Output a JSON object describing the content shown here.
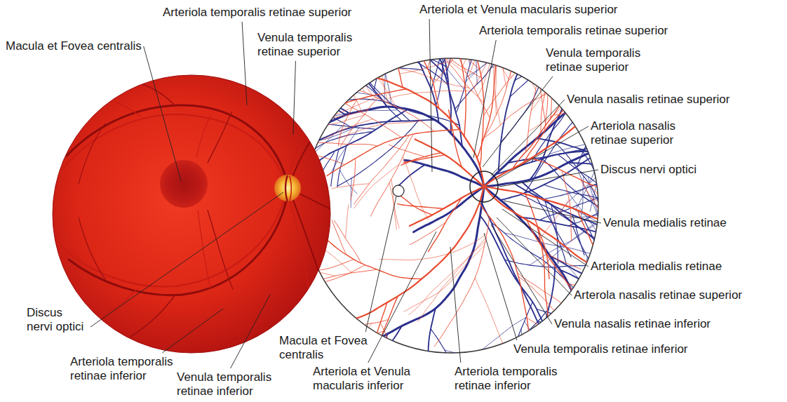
{
  "diagram": {
    "labels": [
      "Arteriola temporalis retinae superior",
      "Arteriola et Venula macularis superior",
      "Macula et Fovea centralis",
      "Venula temporalis retinae superior",
      "Arteriola temporalis retinae superior",
      "Venula temporalis retinae superior",
      "Venula nasalis retinae superior",
      "Arteriola nasalis retinae superior",
      "Discus nervi optici",
      "Venula medialis retinae",
      "Arteriola medialis retinae",
      "Arterola nasalis retinae superior",
      "Venula nasalis retinae inferior",
      "Venula temporalis retinae inferior",
      "Discus nervi optici",
      "Arteriola temporalis retinae inferior",
      "Venula temporalis retinae inferior",
      "Macula et Fovea centralis",
      "Arteriola et Venula macularis inferior",
      "Arteriola temporalis retinae inferior"
    ]
  }
}
